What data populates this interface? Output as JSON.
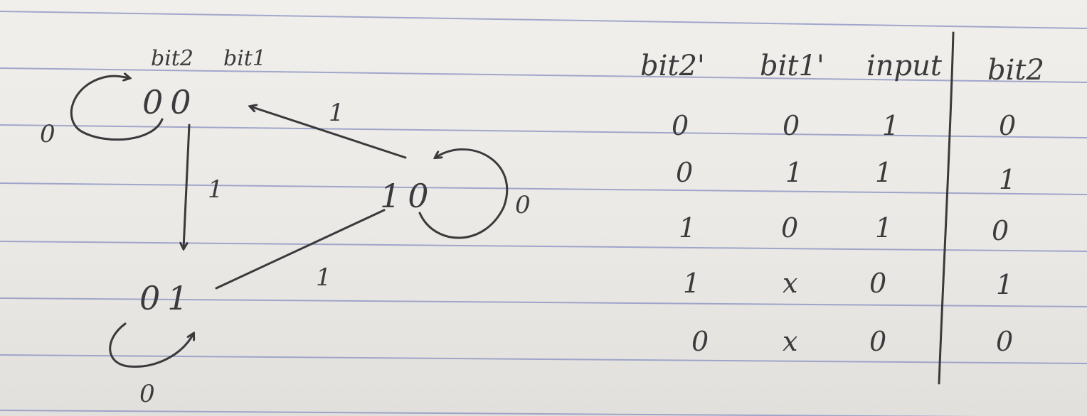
{
  "diagram": {
    "bit_labels": [
      "bit2",
      "bit1"
    ],
    "states": [
      {
        "id": "00",
        "label": "00"
      },
      {
        "id": "01",
        "label": "01"
      },
      {
        "id": "10",
        "label": "10"
      }
    ],
    "transitions": [
      {
        "from": "00",
        "to": "00",
        "label": "0"
      },
      {
        "from": "00",
        "to": "01",
        "label": "1"
      },
      {
        "from": "01",
        "to": "01",
        "label": "0"
      },
      {
        "from": "01",
        "to": "10",
        "label": "1"
      },
      {
        "from": "10",
        "to": "10",
        "label": "0"
      },
      {
        "from": "10",
        "to": "00",
        "label": "1"
      }
    ]
  },
  "truth_table": {
    "headers": [
      "bit2'",
      "bit1'",
      "input",
      "bit2"
    ],
    "rows": [
      [
        "0",
        "0",
        "1",
        "0"
      ],
      [
        "0",
        "1",
        "1",
        "1"
      ],
      [
        "1",
        "0",
        "1",
        "0"
      ],
      [
        "1",
        "x",
        "0",
        "1"
      ],
      [
        "0",
        "x",
        "0",
        "0"
      ]
    ]
  },
  "colors": {
    "paper": "#efede9",
    "ink": "#3a3a3c",
    "rule_lines": "#8e95c4"
  }
}
